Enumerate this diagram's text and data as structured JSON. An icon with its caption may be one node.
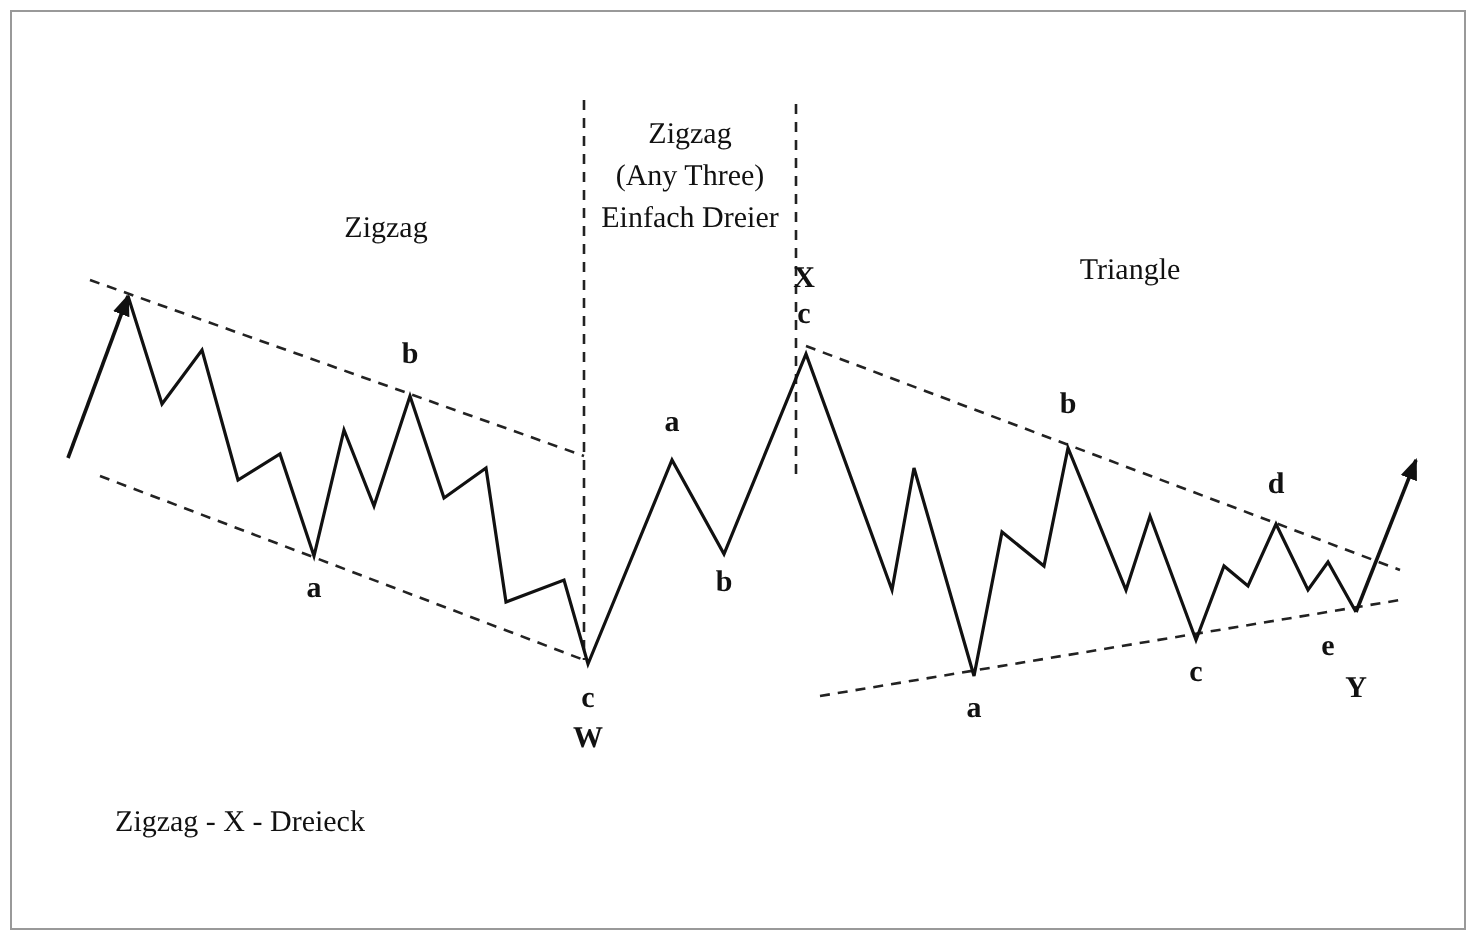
{
  "diagram": {
    "labels": [
      "Zigzag",
      "(Any Three)",
      "Einfach Dreier",
      "Zigzag",
      "X",
      "c",
      "Triangle",
      "b",
      "a",
      "a",
      "d",
      "b",
      "b",
      "a",
      "c",
      "e",
      "c",
      "W",
      "Y",
      "Zigzag - X - Dreieck"
    ]
  }
}
